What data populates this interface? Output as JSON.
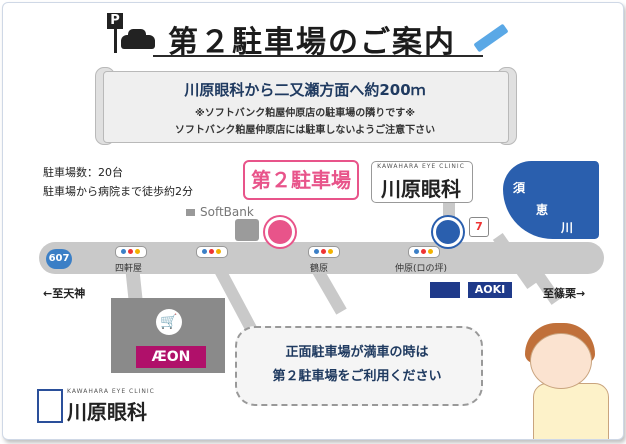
{
  "header": {
    "title": "第２駐車場のご案内",
    "parking_sign": "P"
  },
  "scroll": {
    "main": "川原眼科から二又瀬方面へ約200ｍ",
    "note1": "※ソフトバンク粕屋仲原店の駐車場の隣りです※",
    "note2": "ソフトバンク粕屋仲原店には駐車しないようご注意下さい"
  },
  "parking_info": {
    "count": "駐車場数：20台",
    "walk": "駐車場から病院まで徒歩約2分"
  },
  "map": {
    "route_number": "607",
    "stations": [
      "四軒屋",
      "鶴原",
      "仲原(ロの坪)"
    ],
    "second_lot_label": "第２駐車場",
    "clinic_sub": "KAWAHARA EYE CLINIC",
    "clinic_name": "川原眼科",
    "softbank": "SoftBank",
    "river_chars": [
      "須",
      "恵",
      "川"
    ],
    "aeon": "ÆON",
    "aoki": "AOKI",
    "seven": "7",
    "left_direction": "←至天神",
    "right_direction": "至篠栗→"
  },
  "speech": {
    "line1": "正面駐車場が満車の時は",
    "line2": "第２駐車場をご利用ください"
  },
  "footer": {
    "sub": "KAWAHARA EYE CLINIC",
    "name": "川原眼科"
  },
  "colors": {
    "accent_pink": "#e8548a",
    "brand_blue": "#2a5fae",
    "aeon": "#b0106a"
  }
}
